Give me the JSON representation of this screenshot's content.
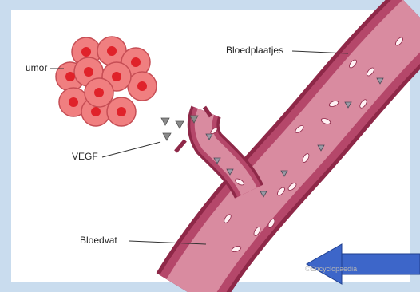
{
  "diagram": {
    "labels": {
      "tumor": "umor",
      "platelets": "Bloedplaatjes",
      "vegf": "VEGF",
      "vessel": "Bloedvat"
    },
    "watermark": "©Encyclopaedia",
    "colors": {
      "vessel_outer": "#8e2848",
      "vessel_wall": "#b5476a",
      "vessel_lumen": "#d98ba0",
      "cell_fill": "#f07f80",
      "cell_edge": "#c64e55",
      "nucleus": "#e0222a",
      "vegf_particle": "#8a8a8a",
      "pointer_arrow": "#3d66c9",
      "background": "#c9dcee"
    }
  }
}
